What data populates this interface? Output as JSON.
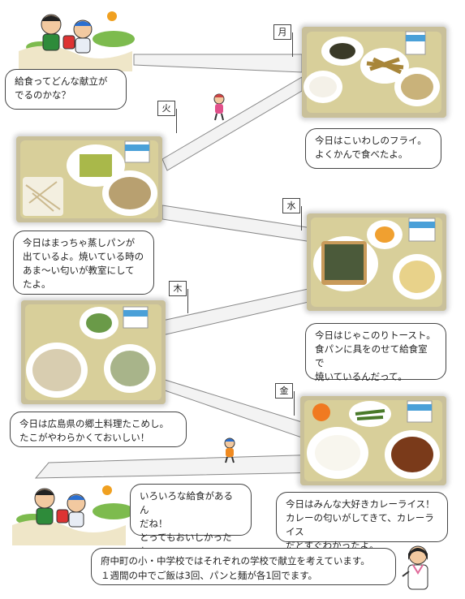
{
  "intro": {
    "text": "給食ってどんな献立が\nでるのかな？"
  },
  "days": [
    {
      "tag": "月",
      "caption": "今日はこいわしのフライ。\nよくかんで食べたよ。"
    },
    {
      "tag": "火",
      "caption": "今日はまっちゃ蒸しパンが\n出ているよ。焼いている時の\nあま〜い匂いが教室にして\nたよ。"
    },
    {
      "tag": "水",
      "caption": "今日はじゃこのりトースト。\n食パンに具をのせて給食室で\n焼いているんだって。"
    },
    {
      "tag": "木",
      "caption": "今日は広島県の郷土料理たこめし。\nたこがやわらかくておいしい！"
    },
    {
      "tag": "金",
      "caption": "今日はみんな大好きカレーライス！\nカレーの匂いがしてきて、カレーライス\nだとすぐわかったよ。"
    }
  ],
  "outro": {
    "text": "いろいろな給食があるん\nだね！\nとってもおいしかったね。"
  },
  "footer": {
    "text": "府中町の小・中学校ではそれぞれの学校で献立を考えています。\n１週間の中でご飯は3回、パンと麺が各1回でます。"
  },
  "colors": {
    "tray": "#d6c98a",
    "road": "#888888",
    "milk": "#4aa0d8"
  }
}
